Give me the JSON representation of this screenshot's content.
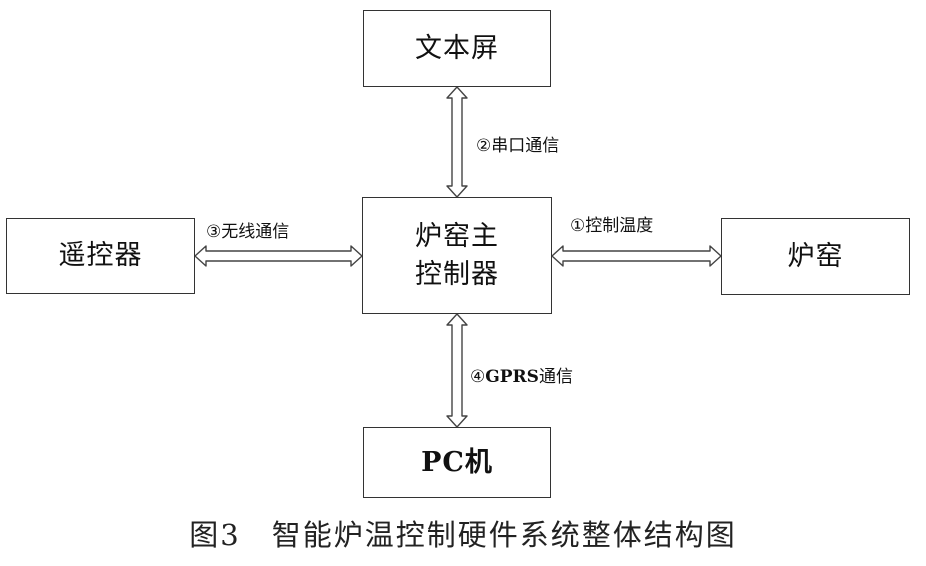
{
  "nodes": {
    "screen": "文本屏",
    "remote": "遥控器",
    "controller_line1": "炉窑主",
    "controller_line2": "控制器",
    "kiln": "炉窑",
    "pc": "PC机"
  },
  "edges": {
    "serial": "②串口通信",
    "wireless": "③无线通信",
    "temperature": "①控制温度",
    "gprs_prefix": "④",
    "gprs_bold": "GPRS",
    "gprs_suffix": "通信"
  },
  "caption": "图3　智能炉温控制硬件系统整体结构图"
}
